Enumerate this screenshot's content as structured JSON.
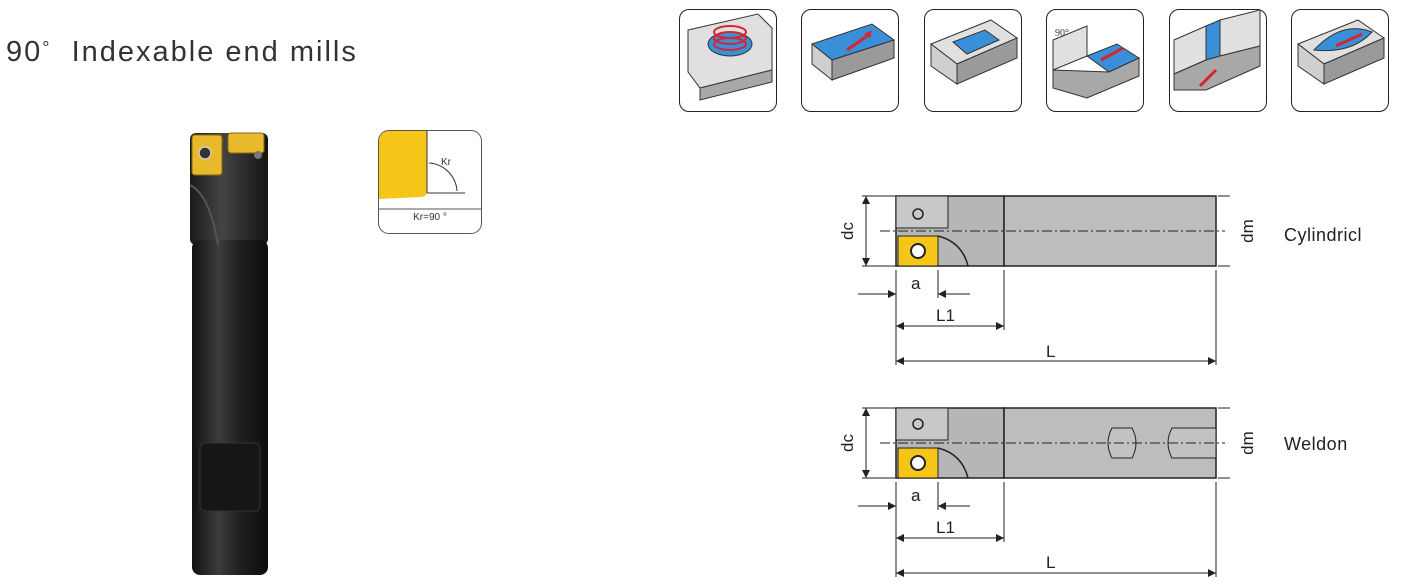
{
  "title": {
    "text": "90",
    "degree": "°",
    "rest": "Indexable end mills"
  },
  "insert_geometry": {
    "kr_label": "Kr",
    "caption": "Kr=90 °"
  },
  "operations": [
    {
      "name": "helical-interpolation"
    },
    {
      "name": "face-milling"
    },
    {
      "name": "pocket-milling"
    },
    {
      "name": "shoulder-milling",
      "angle_label": "90°"
    },
    {
      "name": "slot-milling"
    },
    {
      "name": "contour-milling"
    }
  ],
  "drawings": [
    {
      "type_label": "Cylindricl",
      "dim_dc": "dc",
      "dim_dm": "dm",
      "dim_a": "a",
      "dim_l1": "L1",
      "dim_l": "L"
    },
    {
      "type_label": "Weldon",
      "dim_dc": "dc",
      "dim_dm": "dm",
      "dim_a": "a",
      "dim_l1": "L1",
      "dim_l": "L"
    }
  ],
  "colors": {
    "insert": "#f5c518",
    "tool_body": "#2b2b2b",
    "drawing_body": "#b4b4b4",
    "arrow_red": "#d6262d",
    "blue": "#3a8fd9"
  }
}
